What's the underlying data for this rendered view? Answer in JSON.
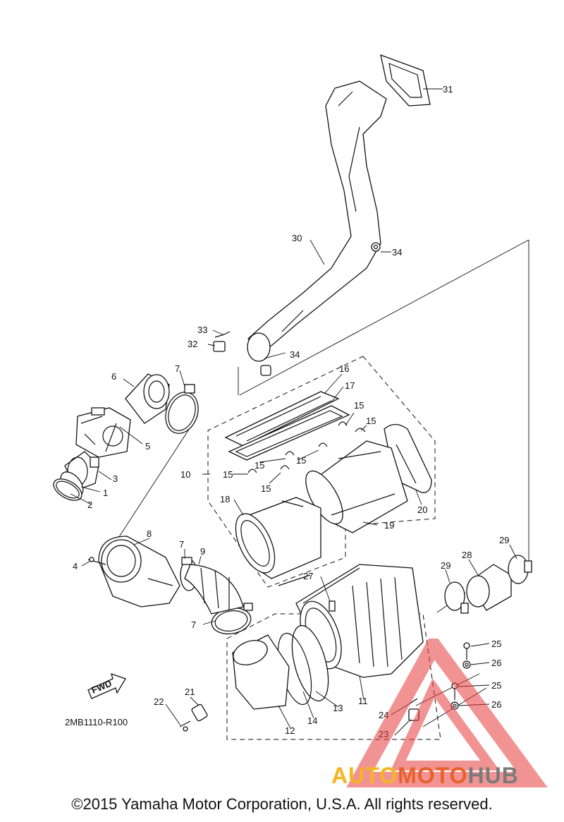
{
  "diagram": {
    "drawing_code": "2MB1110-R100",
    "copyright": "©2015 Yamaha Motor Corporation, U.S.A. All rights reserved.",
    "fwd_label": "FWD",
    "callouts": [
      {
        "id": "31",
        "text": "31"
      },
      {
        "id": "30",
        "text": "30"
      },
      {
        "id": "34a",
        "text": "34"
      },
      {
        "id": "33",
        "text": "33"
      },
      {
        "id": "32",
        "text": "32"
      },
      {
        "id": "34b",
        "text": "34"
      },
      {
        "id": "16",
        "text": "16"
      },
      {
        "id": "17",
        "text": "17"
      },
      {
        "id": "15a",
        "text": "15"
      },
      {
        "id": "15b",
        "text": "15"
      },
      {
        "id": "15c",
        "text": "15"
      },
      {
        "id": "15d",
        "text": "15"
      },
      {
        "id": "15e",
        "text": "15"
      },
      {
        "id": "15f",
        "text": "15"
      },
      {
        "id": "10",
        "text": "10"
      },
      {
        "id": "18",
        "text": "18"
      },
      {
        "id": "19",
        "text": "19"
      },
      {
        "id": "20",
        "text": "20"
      },
      {
        "id": "6",
        "text": "6"
      },
      {
        "id": "7a",
        "text": "7"
      },
      {
        "id": "5",
        "text": "5"
      },
      {
        "id": "3",
        "text": "3"
      },
      {
        "id": "1",
        "text": "1"
      },
      {
        "id": "2",
        "text": "2"
      },
      {
        "id": "8",
        "text": "8"
      },
      {
        "id": "7b",
        "text": "7"
      },
      {
        "id": "9",
        "text": "9"
      },
      {
        "id": "4",
        "text": "4"
      },
      {
        "id": "7c",
        "text": "7"
      },
      {
        "id": "27",
        "text": "27"
      },
      {
        "id": "28",
        "text": "28"
      },
      {
        "id": "29a",
        "text": "29"
      },
      {
        "id": "29b",
        "text": "29"
      },
      {
        "id": "25a",
        "text": "25"
      },
      {
        "id": "26a",
        "text": "26"
      },
      {
        "id": "25b",
        "text": "25"
      },
      {
        "id": "26b",
        "text": "26"
      },
      {
        "id": "21",
        "text": "21"
      },
      {
        "id": "22",
        "text": "22"
      },
      {
        "id": "24",
        "text": "24"
      },
      {
        "id": "23",
        "text": "23"
      },
      {
        "id": "14",
        "text": "14"
      },
      {
        "id": "13",
        "text": "13"
      },
      {
        "id": "11",
        "text": "11"
      },
      {
        "id": "12",
        "text": "12"
      }
    ]
  },
  "watermark": {
    "part1": "AUTO",
    "part2": "MOTO",
    "part3": "HUB",
    "colors": {
      "auto": "#f5b51f",
      "moto": "#e8602a",
      "hub": "#7a7a7a",
      "triangle": "#e63b3b"
    }
  }
}
